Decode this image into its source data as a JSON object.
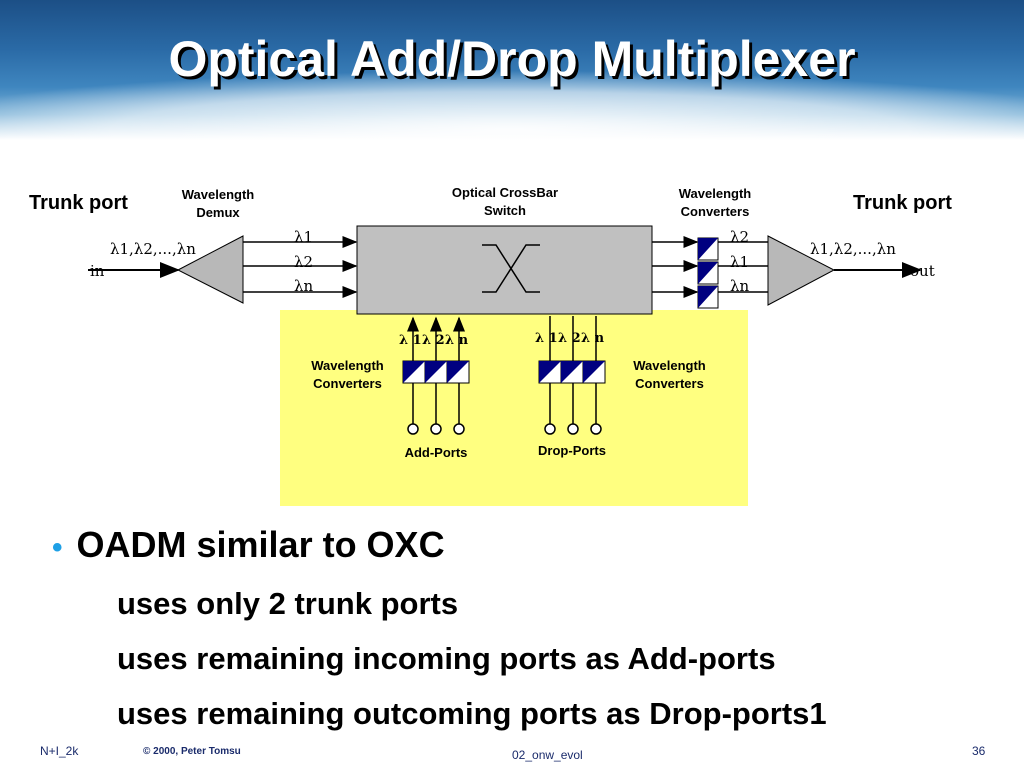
{
  "slide": {
    "title": "Optical Add/Drop Multiplexer"
  },
  "diagram": {
    "trunk_port_left": "Trunk port",
    "trunk_port_right": "Trunk port",
    "wavelength_demux": [
      "Wavelength",
      "Demux"
    ],
    "crossbar": [
      "Optical CrossBar",
      "Switch"
    ],
    "wavelength_converters_top": [
      "Wavelength",
      "Converters"
    ],
    "wavelength_converters_add": [
      "Wavelength",
      "Converters"
    ],
    "wavelength_converters_drop": [
      "Wavelength",
      "Converters"
    ],
    "input_lambdas": "λ1,λ2,...,λn",
    "output_lambdas": "λ1,λ2,...,λn",
    "in_label": "in",
    "out_label": "out",
    "demux_outputs": [
      "λ1",
      "λ2",
      "λn"
    ],
    "converter_outputs": [
      "λ2",
      "λ1",
      "λn"
    ],
    "add_lambdas": [
      "λ 1",
      "λ 2",
      "λ n"
    ],
    "drop_lambdas": [
      "λ 1",
      "λ 2",
      "λ n"
    ],
    "add_ports": "Add-Ports",
    "drop_ports": "Drop-Ports",
    "colors": {
      "panel": "#ffff80",
      "switch_box": "#c0c0c0",
      "triangle": "#b8b8b8",
      "converter": "#000080"
    }
  },
  "bullets": {
    "main": "OADM similar to OXC",
    "sub": [
      "uses only 2  trunk ports",
      "uses remaining incoming ports as Add-ports",
      "uses remaining outcoming ports as Drop-ports1"
    ]
  },
  "footer": {
    "left": "N+I_2k",
    "copyright": "© 2000, Peter Tomsu",
    "center": "02_onw_evol",
    "page": "36"
  }
}
